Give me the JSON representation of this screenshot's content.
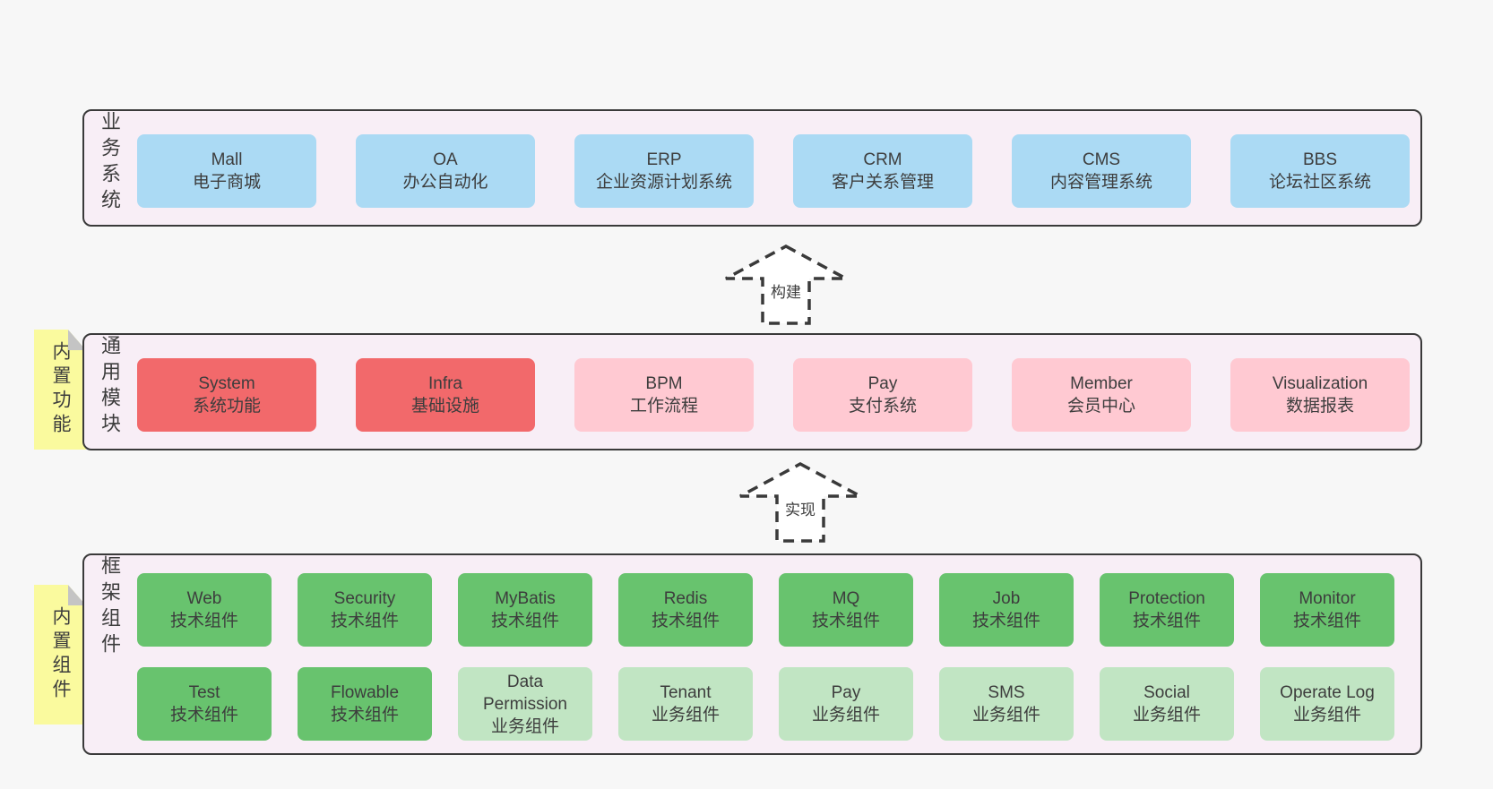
{
  "colors": {
    "page_bg": "#f7f7f7",
    "panel_bg": "#f8eef6",
    "panel_border": "#3a3a3a",
    "blue": "#abdaf4",
    "red": "#f2696b",
    "pink": "#ffc9d2",
    "green": "#68c36e",
    "green_light": "#c1e5c3",
    "sticky_yellow": "#fafa9e",
    "sticky_fold": "#c4c4c4",
    "text": "#3d3d3d"
  },
  "arrows": [
    {
      "label": "构建"
    },
    {
      "label": "实现"
    }
  ],
  "sections": [
    {
      "label": "业务系统",
      "boxes": [
        {
          "name": "Mall",
          "desc": "电子商城"
        },
        {
          "name": "OA",
          "desc": "办公自动化"
        },
        {
          "name": "ERP",
          "desc": "企业资源计划系统"
        },
        {
          "name": "CRM",
          "desc": "客户关系管理"
        },
        {
          "name": "CMS",
          "desc": "内容管理系统"
        },
        {
          "name": "BBS",
          "desc": "论坛社区系统"
        }
      ]
    },
    {
      "label": "通用模块",
      "sticky": "内置功能",
      "boxes": [
        {
          "name": "System",
          "desc": "系统功能"
        },
        {
          "name": "Infra",
          "desc": "基础设施"
        },
        {
          "name": "BPM",
          "desc": "工作流程"
        },
        {
          "name": "Pay",
          "desc": "支付系统"
        },
        {
          "name": "Member",
          "desc": "会员中心"
        },
        {
          "name": "Visualization",
          "desc": "数据报表"
        }
      ]
    },
    {
      "label": "框架组件",
      "sticky": "内置组件",
      "rows": [
        [
          {
            "name": "Web",
            "desc": "技术组件"
          },
          {
            "name": "Security",
            "desc": "技术组件"
          },
          {
            "name": "MyBatis",
            "desc": "技术组件"
          },
          {
            "name": "Redis",
            "desc": "技术组件"
          },
          {
            "name": "MQ",
            "desc": "技术组件"
          },
          {
            "name": "Job",
            "desc": "技术组件"
          },
          {
            "name": "Protection",
            "desc": "技术组件"
          },
          {
            "name": "Monitor",
            "desc": "技术组件"
          }
        ],
        [
          {
            "name": "Test",
            "desc": "技术组件"
          },
          {
            "name": "Flowable",
            "desc": "技术组件"
          },
          {
            "name": "Data Permission",
            "desc": "业务组件"
          },
          {
            "name": "Tenant",
            "desc": "业务组件"
          },
          {
            "name": "Pay",
            "desc": "业务组件"
          },
          {
            "name": "SMS",
            "desc": "业务组件"
          },
          {
            "name": "Social",
            "desc": "业务组件"
          },
          {
            "name": "Operate Log",
            "desc": "业务组件"
          }
        ]
      ]
    }
  ]
}
